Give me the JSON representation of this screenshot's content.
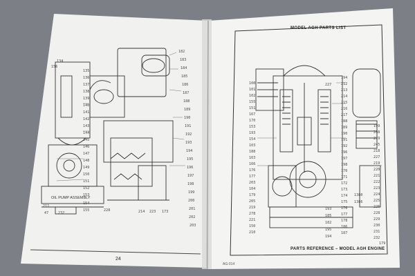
{
  "manual": {
    "left_page": {
      "page_number": "24",
      "oil_pump_label": "OIL PUMP ASSEMBLY",
      "callouts_right": [
        "182",
        "183",
        "184",
        "185",
        "186",
        "187",
        "188",
        "189",
        "190",
        "191",
        "192",
        "193",
        "194",
        "195",
        "196",
        "197",
        "198",
        "199",
        "200",
        "201",
        "202",
        "203"
      ],
      "callouts_left": [
        "134",
        "135",
        "136",
        "137",
        "138",
        "139",
        "140",
        "141",
        "142",
        "143",
        "144",
        "145",
        "146",
        "147",
        "148",
        "149",
        "150",
        "151",
        "152",
        "153",
        "154",
        "155",
        "156"
      ],
      "callouts_bottom": [
        "228",
        "214",
        "223",
        "173",
        "211",
        "47",
        "232"
      ]
    },
    "right_page": {
      "header": "MODEL AGH PARTS LIST",
      "footer": "PARTS REFERENCE – MODEL AGH ENGINE",
      "page_code": "AG-014",
      "callouts_left": [
        "100",
        "101",
        "102",
        "155",
        "151",
        "167",
        "170",
        "153",
        "193",
        "154",
        "103",
        "188",
        "163",
        "166",
        "176",
        "177",
        "203",
        "104",
        "179",
        "205",
        "219",
        "278",
        "221",
        "150",
        "210"
      ],
      "callouts_mid": [
        "194",
        "212",
        "213",
        "214",
        "215",
        "216",
        "217",
        "188",
        "189",
        "190",
        "191",
        "192",
        "196",
        "197",
        "198",
        "170",
        "171",
        "172",
        "173",
        "174",
        "175",
        "176",
        "177",
        "178",
        "186",
        "187",
        "227",
        "193",
        "185",
        "182",
        "195",
        "194"
      ],
      "callouts_right": [
        "199",
        "208",
        "239",
        "245",
        "218",
        "227",
        "219",
        "220",
        "221",
        "222",
        "223",
        "224",
        "225",
        "226",
        "228",
        "229",
        "230",
        "231",
        "232",
        "1380",
        "1386",
        "179"
      ]
    }
  }
}
